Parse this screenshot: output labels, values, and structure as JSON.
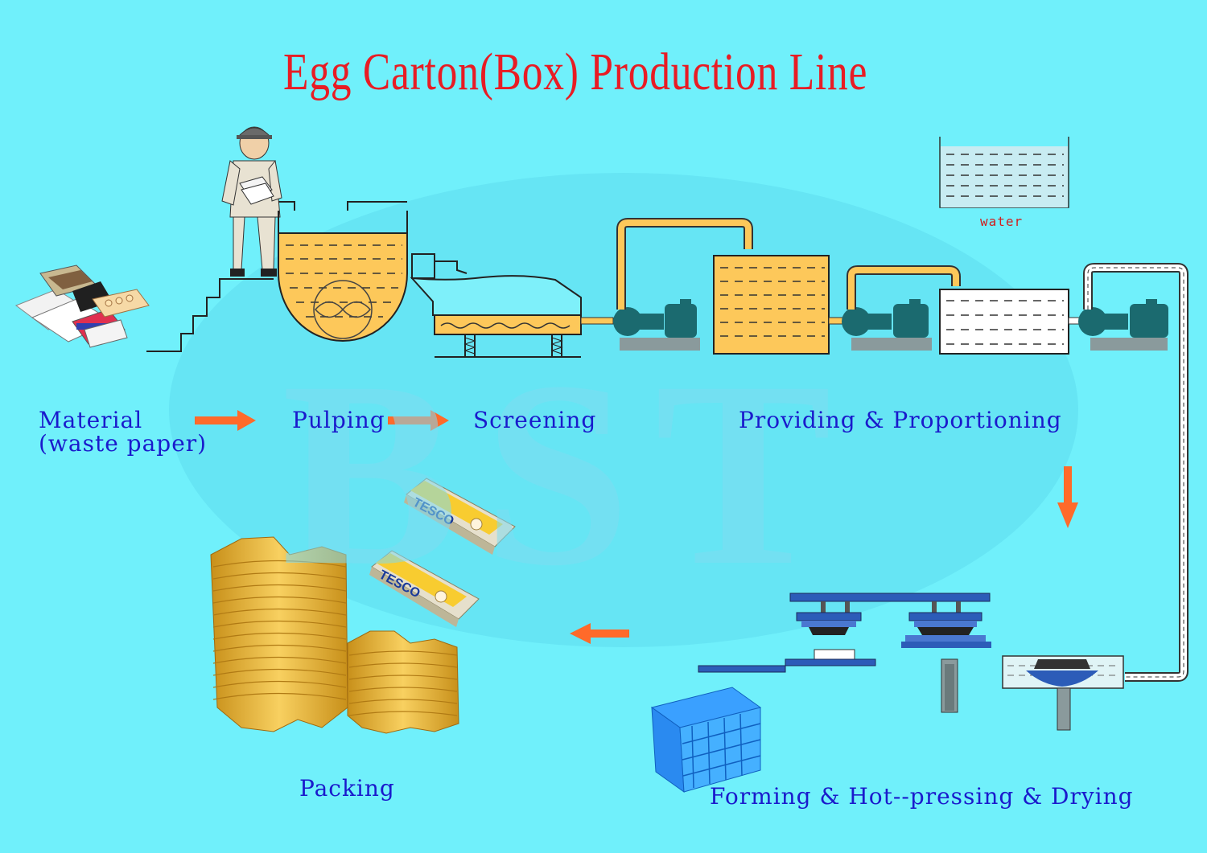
{
  "title": "Egg Carton(Box) Production Line",
  "watermark": "BST",
  "steps": {
    "material": {
      "line1": "Material",
      "line2": "(waste paper)"
    },
    "pulping": "Pulping",
    "screening": "Screening",
    "providing": "Providing & Proportioning",
    "forming": "Forming & Hot--pressing & Drying",
    "packing": "Packing"
  },
  "water_label": "water",
  "carton_brand": "TESCO",
  "colors": {
    "background": "#70f0fb",
    "title": "#e81c24",
    "labels": "#1a1acc",
    "arrows": "#ff6a2a",
    "pulp": "#fdc85a",
    "machine": "#1b6a6f",
    "press": "#2c5cb8"
  }
}
